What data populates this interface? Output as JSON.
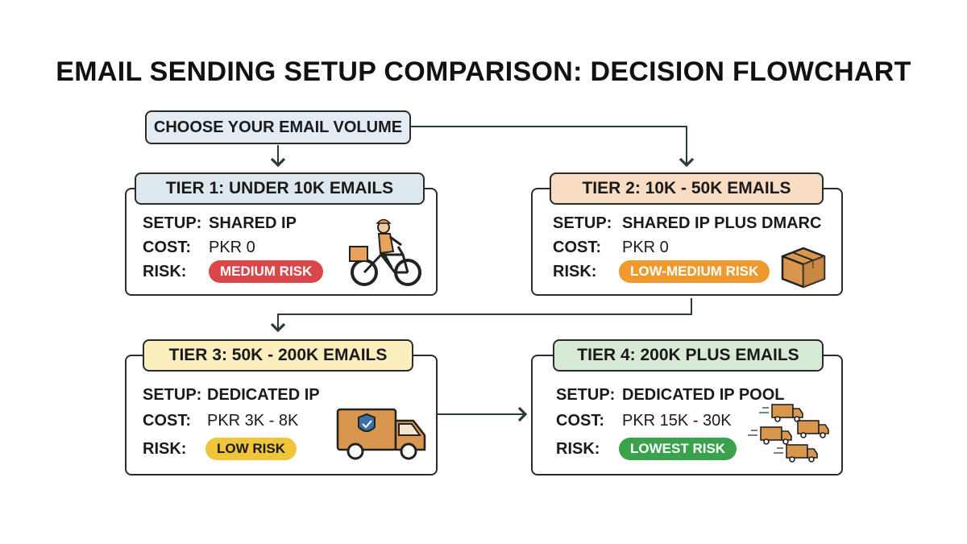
{
  "title": "EMAIL SENDING SETUP COMPARISON: DECISION FLOWCHART",
  "start": {
    "label": "CHOOSE YOUR EMAIL VOLUME"
  },
  "fields": {
    "setup": "SETUP:",
    "cost": "COST:",
    "risk": "RISK:"
  },
  "tiers": [
    {
      "label": "TIER 1: UNDER 10K EMAILS",
      "setup": "SHARED IP",
      "cost": "PKR 0",
      "risk": "MEDIUM RISK",
      "header_color": "#dde7ee",
      "risk_color": "#d9474b",
      "icon": "delivery-bicycle-icon"
    },
    {
      "label": "TIER 2: 10K - 50K EMAILS",
      "setup": "SHARED IP PLUS DMARC",
      "cost": "PKR 0",
      "risk": "LOW-MEDIUM RISK",
      "header_color": "#f8dcc3",
      "risk_color": "#ee9a2e",
      "icon": "package-box-icon"
    },
    {
      "label": "TIER 3: 50K - 200K EMAILS",
      "setup": "DEDICATED IP",
      "cost": "PKR 3K - 8K",
      "risk": "LOW RISK",
      "header_color": "#fbefbe",
      "risk_color": "#f0c53a",
      "icon": "delivery-van-icon"
    },
    {
      "label": "TIER 4: 200K PLUS EMAILS",
      "setup": "DEDICATED IP POOL",
      "cost": "PKR 15K - 30K",
      "risk": "LOWEST RISK",
      "header_color": "#d6ead6",
      "risk_color": "#3aa14c",
      "icon": "truck-fleet-icon"
    }
  ]
}
